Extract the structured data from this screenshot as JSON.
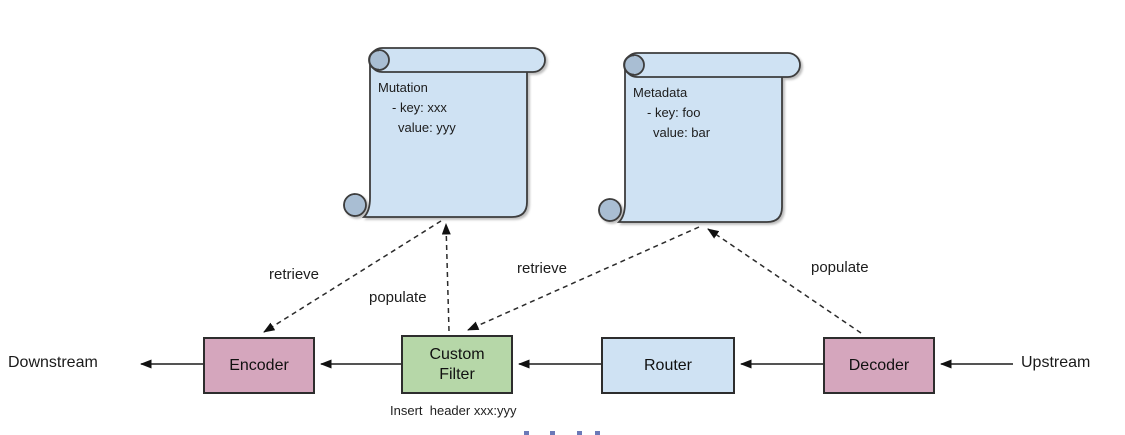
{
  "diagram": {
    "scrolls": [
      {
        "title": "Mutation",
        "line1": "- key: xxx",
        "line2": "value: yyy"
      },
      {
        "title": "Metadata",
        "line1": "- key: foo",
        "line2": "value: bar"
      }
    ],
    "nodes": [
      {
        "label": "Encoder"
      },
      {
        "label": "Custom Filter"
      },
      {
        "label": "Router"
      },
      {
        "label": "Decoder"
      }
    ],
    "endpoints": {
      "left": "Downstream",
      "right": "Upstream"
    },
    "edges": {
      "retrieve_left": "retrieve",
      "populate_left": "populate",
      "retrieve_right": "retrieve",
      "populate_right": "populate"
    },
    "note": "Insert  header xxx:yyy",
    "colors": {
      "node-pink": "#d5a6bd",
      "node-green": "#b6d7a8",
      "node-blue": "#cfe2f3",
      "scroll-fill": "#cfe2f3",
      "scroll-curl": "#a9bed3",
      "ink": "#1a1a1a",
      "remnant-blue": "#6b79b8"
    }
  }
}
